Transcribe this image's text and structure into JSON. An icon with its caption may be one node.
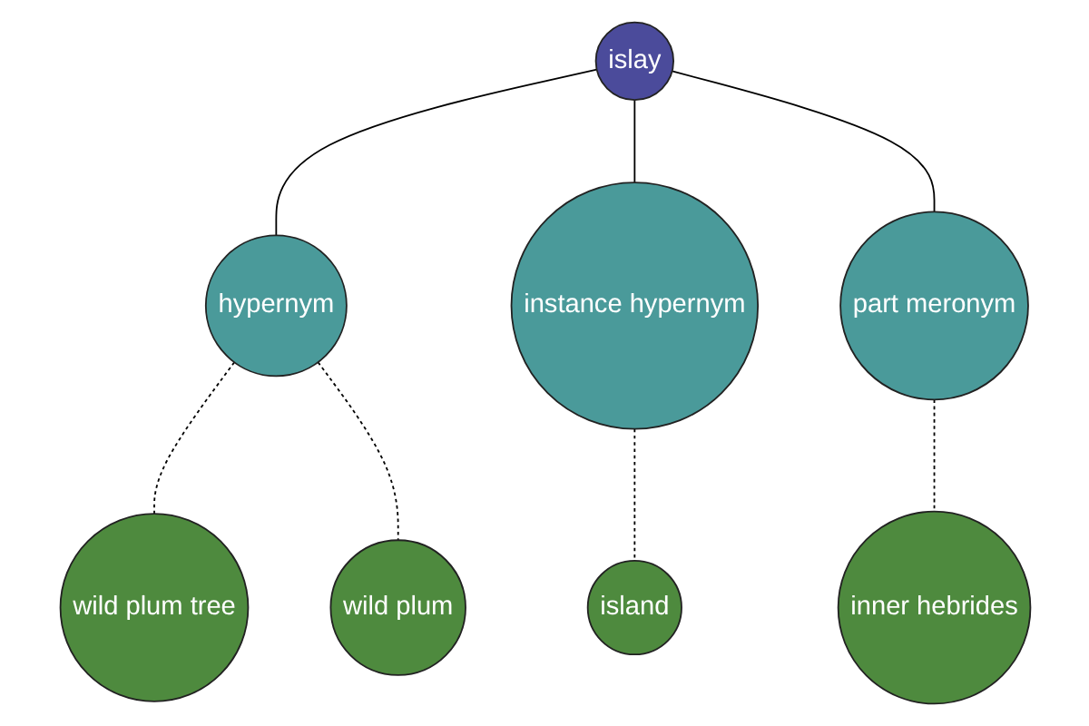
{
  "diagram": {
    "nodes": [
      {
        "text": [
          "wild plum tree"
        ]
      },
      {
        "text": [
          "wild plum"
        ]
      },
      {
        "text": [
          "hypernym"
        ]
      },
      {
        "text": [
          "islay"
        ]
      },
      {
        "text": [
          "instance hypernym"
        ]
      },
      {
        "text": [
          "part meronym"
        ]
      },
      {
        "text": [
          "island"
        ]
      },
      {
        "text": [
          "inner hebrides"
        ]
      }
    ],
    "edges": [
      {
        "from": 3,
        "to": 2,
        "arrow": "none"
      },
      {
        "from": 2,
        "to": 0,
        "arrow": "none",
        "style": "dashed"
      },
      {
        "from": 2,
        "to": 1,
        "arrow": "none",
        "style": "dashed"
      },
      {
        "from": 3,
        "to": 4,
        "arrow": "none"
      },
      {
        "from": 3,
        "to": 5,
        "arrow": "none"
      },
      {
        "from": 4,
        "to": 6,
        "arrow": "none",
        "style": "dashed"
      },
      {
        "from": 5,
        "to": 7,
        "arrow": "none",
        "style": "dashed"
      }
    ]
  }
}
